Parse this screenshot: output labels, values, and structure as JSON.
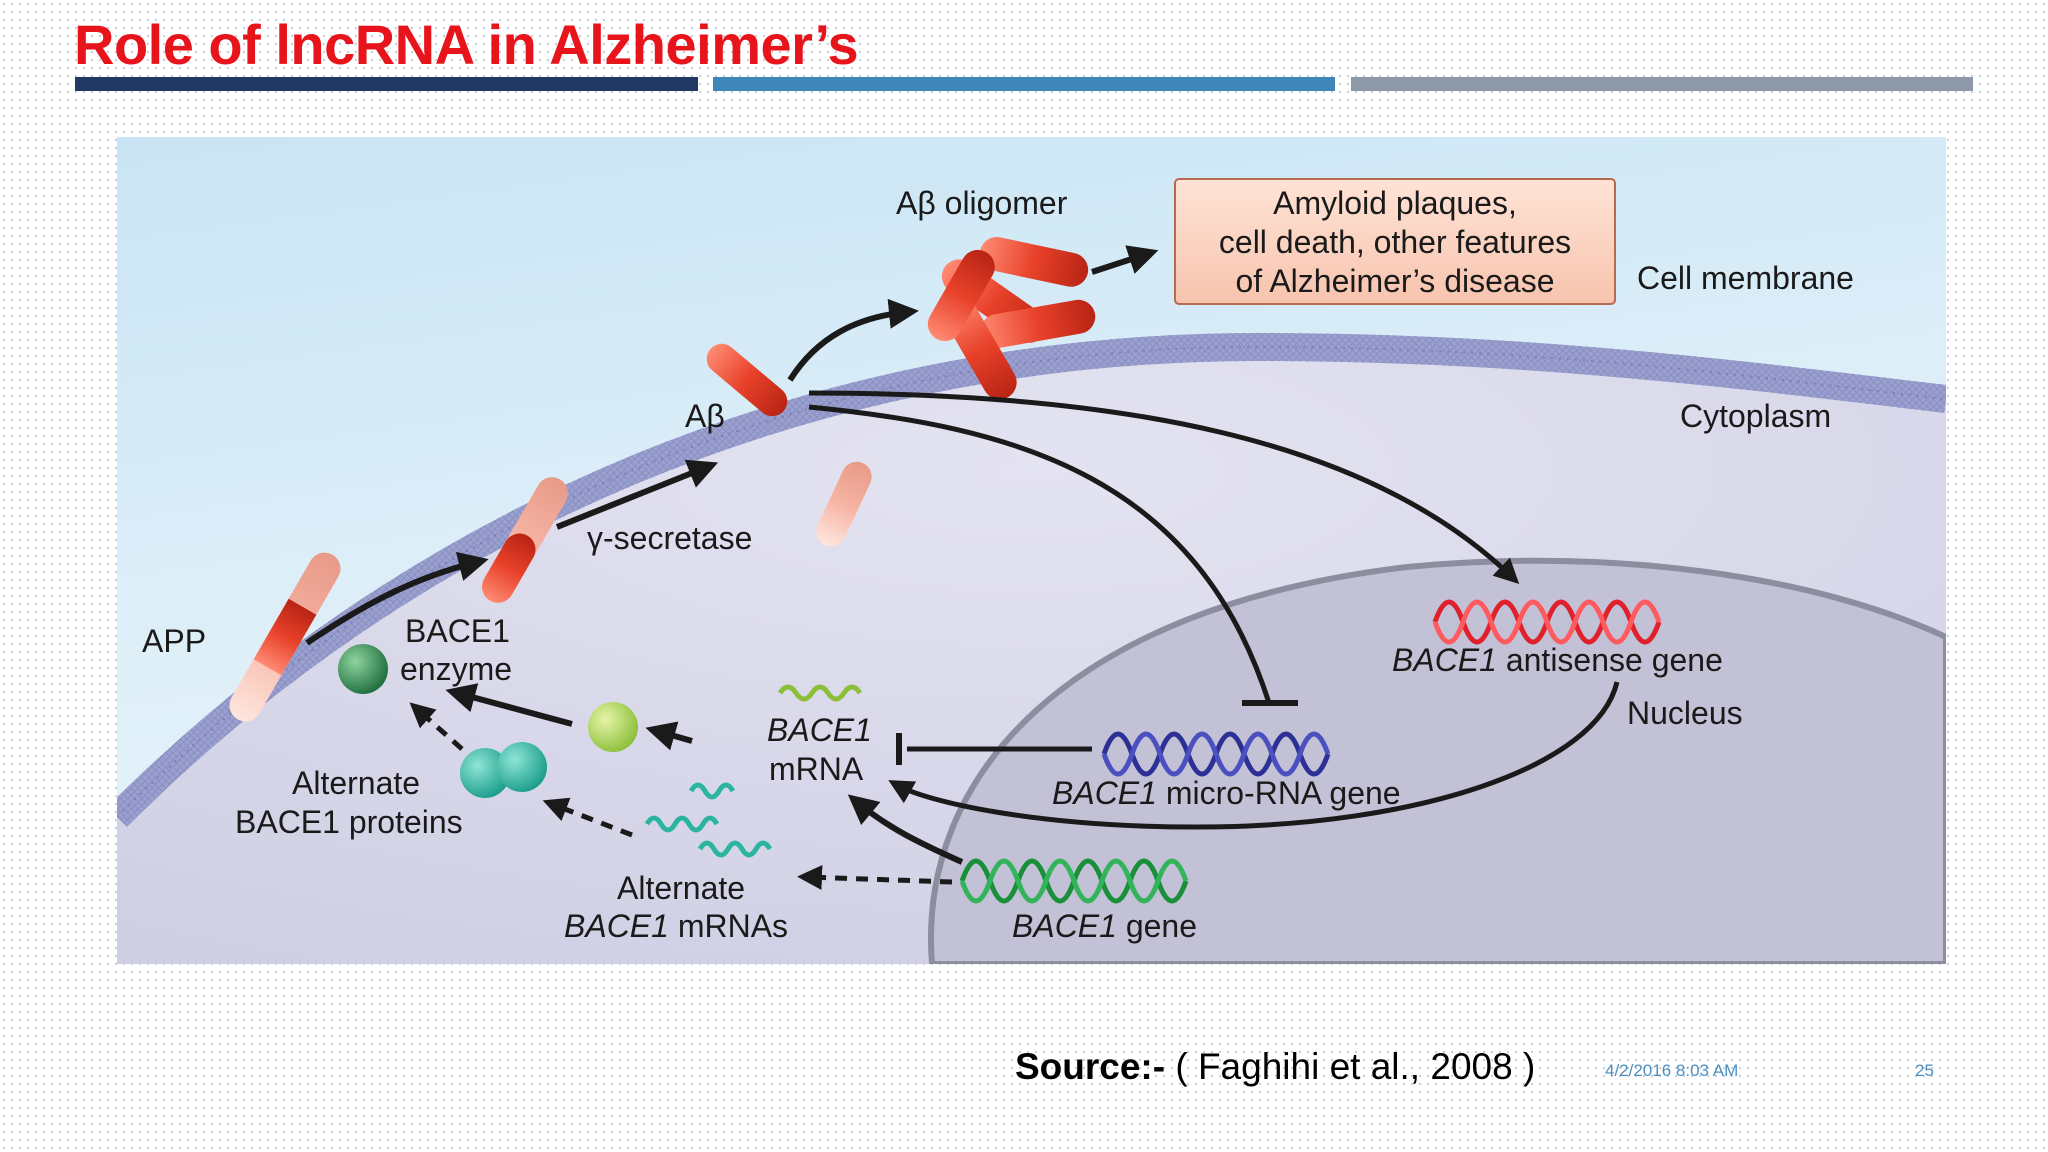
{
  "slide": {
    "title": "Role of lncRNA in Alzheimer’s",
    "source_prefix": "Source:-",
    "source_citation": " ( Faghihi et al., 2008 )",
    "date": "4/2/2016 8:03 AM",
    "page_number": "25"
  },
  "diagram": {
    "oligomer_label": "Aβ oligomer",
    "outcome_box": [
      "Amyloid plaques,",
      "cell death, other features",
      "of Alzheimer’s disease"
    ],
    "cell_membrane": "Cell membrane",
    "abeta": "Aβ",
    "cytoplasm": "Cytoplasm",
    "gamma_secretase": "γ-secretase",
    "app": "APP",
    "bace1_enzyme": [
      "BACE1",
      "enzyme"
    ],
    "alt_proteins": [
      "Alternate",
      "BACE1 proteins"
    ],
    "bace1_mrna_gene": "BACE1",
    "bace1_mrna": "mRNA",
    "antisense_gene_name": "BACE1",
    "antisense_gene_rest": " antisense gene",
    "microrna_gene_name": "BACE1",
    "microrna_gene_rest": " micro-RNA gene",
    "nucleus": "Nucleus",
    "alt_mrnas_1": "Alternate",
    "alt_mrnas_gene": "BACE1",
    "alt_mrnas_rest": " mRNAs",
    "bace1_gene_name": "BACE1",
    "bace1_gene_rest": " gene"
  },
  "colors": {
    "title_red": "#e8141b",
    "bar_navy": "#1f3864",
    "bar_blue": "#3e86b8",
    "bar_gray": "#8e9aa8",
    "abeta_red": "#e8412a",
    "antisense_red": "#e0202a",
    "microrna_blue": "#2c2f93",
    "gene_green": "#1a8f3a",
    "enzyme_green": "#2e8b57",
    "protein_teal": "#2bb5a0"
  }
}
